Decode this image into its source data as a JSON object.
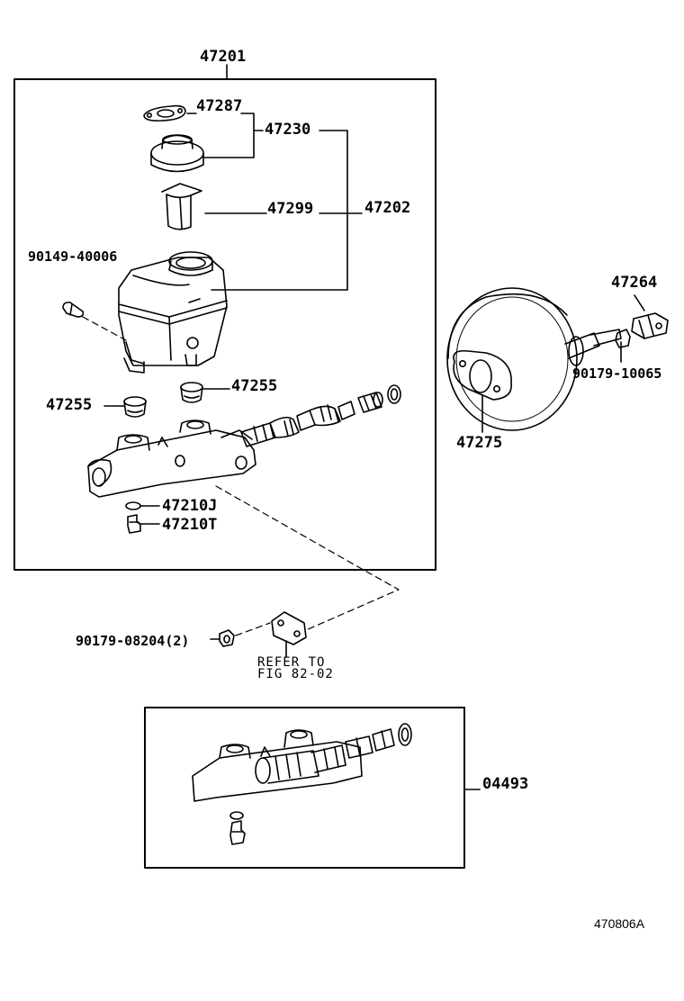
{
  "parts": {
    "assembly": "47201",
    "reservoir_set": "47202",
    "cap": "47230",
    "gasket": "47287",
    "strainer": "47299",
    "pin": "90149-40006",
    "grommet_left": "47255",
    "grommet_right": "47255",
    "gasket_j": "47210J",
    "plug_t": "47210T",
    "clevis": "47264",
    "nut_booster": "90179-10065",
    "booster_gasket": "47275",
    "nut_master": "90179-08204(2)",
    "kit": "04493"
  },
  "reference": {
    "line1": "REFER TO",
    "line2": "FIG 82-02"
  },
  "figure_id": "470806A"
}
